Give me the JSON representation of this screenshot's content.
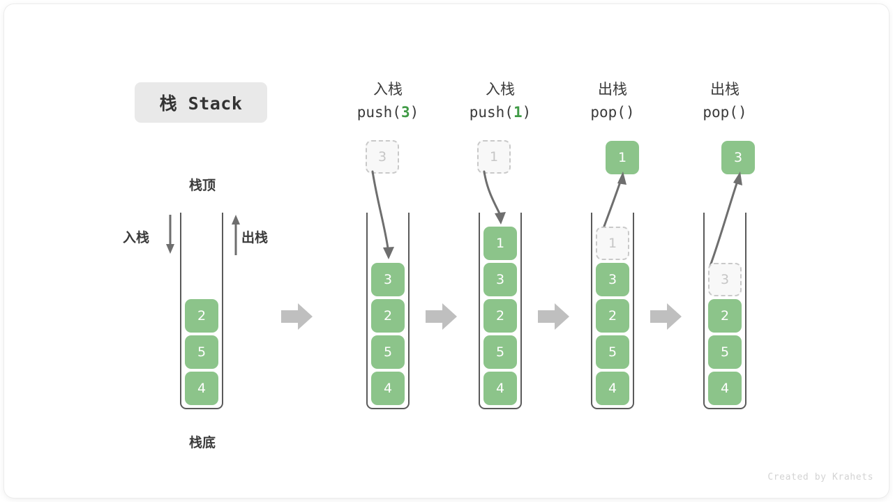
{
  "card": {
    "title_chip": "栈 Stack",
    "footer": "Created by Krahets",
    "colors": {
      "element_fill": "#8cc48a",
      "element_text": "#ffffff",
      "ghost_fill": "#f8f8f8",
      "ghost_border": "#c9c9c9",
      "ghost_text": "#c6c6c6",
      "frame_stroke": "#5a5a5a",
      "arrow_gray": "#6e6e6e",
      "block_arrow": "#bfbfbf",
      "accent_green_text": "#3f9a45",
      "chip_bg": "#e9e9e9",
      "label_text": "#3a3a3a",
      "footer_text": "#d3d3d3"
    }
  },
  "legend": {
    "top_label": "栈顶",
    "bottom_label": "栈底",
    "push_label": "入栈",
    "pop_label": "出栈"
  },
  "columns": [
    {
      "id": "initial",
      "header_cn": "",
      "header_code": "",
      "header_arg": "",
      "stack": [
        "2",
        "5",
        "4"
      ],
      "ghost_top": null,
      "floating": null
    },
    {
      "id": "push-3",
      "header_cn": "入栈",
      "header_code_prefix": "push(",
      "header_arg": "3",
      "header_code_suffix": ")",
      "stack": [
        "3",
        "2",
        "5",
        "4"
      ],
      "ghost_above": "3",
      "arrow": "down-into-stack"
    },
    {
      "id": "push-1",
      "header_cn": "入栈",
      "header_code_prefix": "push(",
      "header_arg": "1",
      "header_code_suffix": ")",
      "stack": [
        "1",
        "3",
        "2",
        "5",
        "4"
      ],
      "ghost_above": "1",
      "arrow": "down-into-stack"
    },
    {
      "id": "pop-1",
      "header_cn": "出栈",
      "header_code_prefix": "pop(",
      "header_arg": "",
      "header_code_suffix": ")",
      "stack": [
        "3",
        "2",
        "5",
        "4"
      ],
      "ghost_in_stack": "1",
      "popped_above": "1",
      "arrow": "up-out-of-stack"
    },
    {
      "id": "pop-3",
      "header_cn": "出栈",
      "header_code_prefix": "pop(",
      "header_arg": "",
      "header_code_suffix": ")",
      "stack": [
        "2",
        "5",
        "4"
      ],
      "ghost_in_stack": "3",
      "popped_above": "3",
      "arrow": "up-out-of-stack"
    }
  ],
  "transition_arrows": [
    "→",
    "→",
    "→",
    "→"
  ]
}
